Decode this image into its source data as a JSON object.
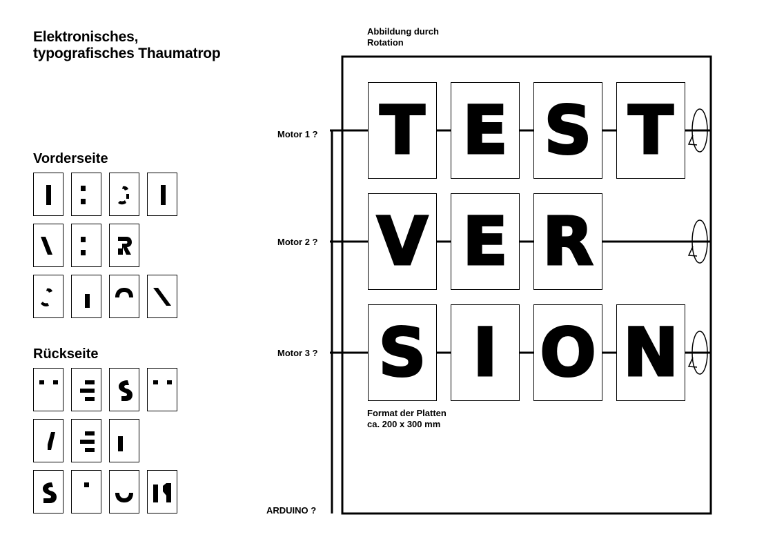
{
  "title_line1": "Elektronisches,",
  "title_line2": "typografisches Thaumatrop",
  "front_heading": "Vorderseite",
  "back_heading": "Rückseite",
  "rotation_label_line1": "Abbildung durch",
  "rotation_label_line2": "Rotation",
  "motors": [
    "Motor 1 ?",
    "Motor 2 ?",
    "Motor 3 ?"
  ],
  "controller_label": "ARDUINO ?",
  "format_label_line1": "Format der Platten",
  "format_label_line2": "ca. 200 x 300 mm",
  "rows": [
    {
      "letters": [
        "T",
        "E",
        "S",
        "T"
      ]
    },
    {
      "letters": [
        "V",
        "E",
        "R"
      ]
    },
    {
      "letters": [
        "S",
        "I",
        "O",
        "N"
      ]
    }
  ]
}
